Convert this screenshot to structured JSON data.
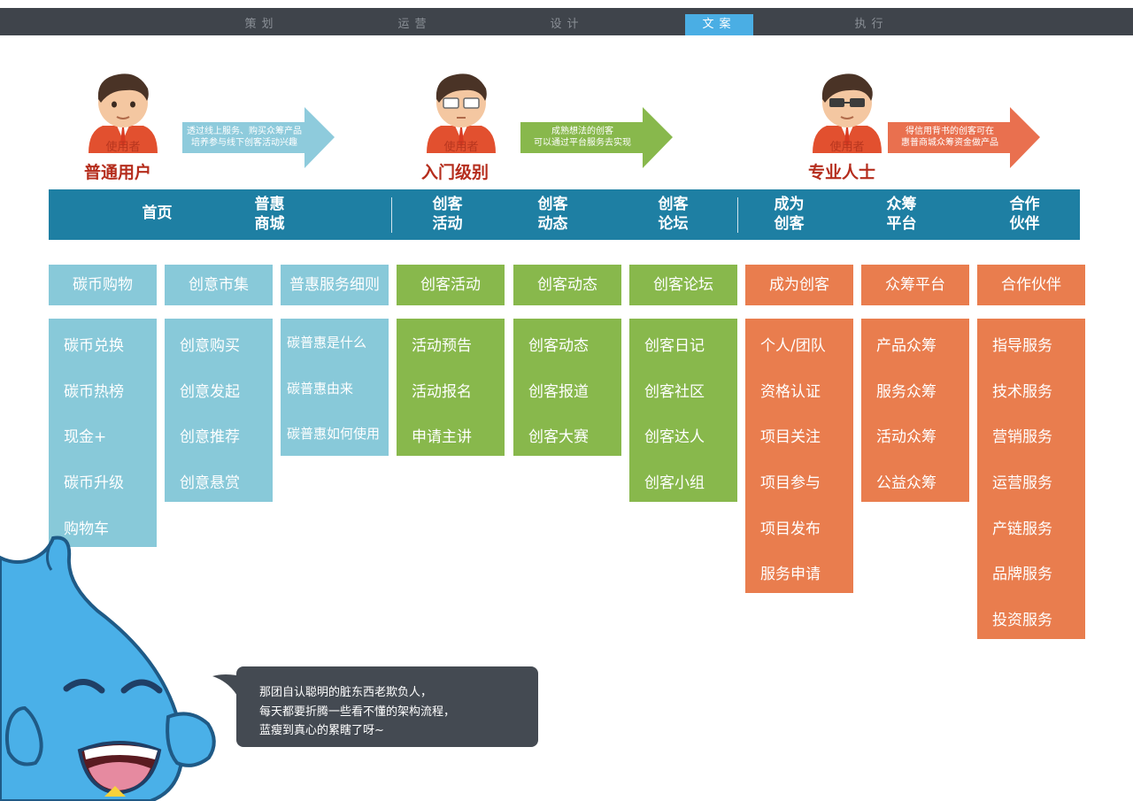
{
  "tabs": [
    {
      "label": "策划",
      "active": false
    },
    {
      "label": "运营",
      "active": false
    },
    {
      "label": "设计",
      "active": false
    },
    {
      "label": "文案",
      "active": true
    },
    {
      "label": "执行",
      "active": false
    }
  ],
  "personas": [
    {
      "badge": "使用者",
      "label": "普通用户",
      "arrow_lines": [
        "透过线上服务、购买众筹产品",
        "培养参与线下创客活动兴趣"
      ],
      "arrow_color": "#8ecbdc"
    },
    {
      "badge": "使用者",
      "label": "入门级别",
      "arrow_lines": [
        "成熟想法的创客",
        "可以通过平台服务去实现"
      ],
      "arrow_color": "#88b84c"
    },
    {
      "badge": "使用者",
      "label": "专业人士",
      "arrow_lines": [
        "得信用背书的创客可在",
        "惠普商城众筹资金做产品"
      ],
      "arrow_color": "#e9704f"
    }
  ],
  "nav": {
    "items": [
      "首页",
      "普惠\n商城",
      "创客\n活动",
      "创客\n动态",
      "创客\n论坛",
      "成为\n创客",
      "众筹\n平台",
      "合作\n伙伴"
    ]
  },
  "columns": [
    {
      "color": "blue",
      "title": "碳币购物",
      "items": [
        "碳币兑换",
        "碳币热榜",
        "现金+",
        "碳币升级",
        "购物车"
      ]
    },
    {
      "color": "blue",
      "title": "创意市集",
      "items": [
        "创意购买",
        "创意发起",
        "创意推荐",
        "创意悬赏"
      ]
    },
    {
      "color": "blue",
      "title": "普惠服务细则",
      "items": [
        "碳普惠是什么",
        "碳普惠由来",
        "碳普惠如何使用"
      ],
      "small": true
    },
    {
      "color": "green",
      "title": "创客活动",
      "items": [
        "活动预告",
        "活动报名",
        "申请主讲"
      ]
    },
    {
      "color": "green",
      "title": "创客动态",
      "items": [
        "创客动态",
        "创客报道",
        "创客大赛"
      ]
    },
    {
      "color": "green",
      "title": "创客论坛",
      "items": [
        "创客日记",
        "创客社区",
        "创客达人",
        "创客小组"
      ]
    },
    {
      "color": "orange",
      "title": "成为创客",
      "items": [
        "个人/团队",
        "资格认证",
        "项目关注",
        "项目参与",
        "项目发布",
        "服务申请"
      ]
    },
    {
      "color": "orange",
      "title": "众筹平台",
      "items": [
        "产品众筹",
        "服务众筹",
        "活动众筹",
        "公益众筹"
      ]
    },
    {
      "color": "orange",
      "title": "合作伙伴",
      "items": [
        "指导服务",
        "技术服务",
        "营销服务",
        "运营服务",
        "产链服务",
        "品牌服务",
        "投资服务"
      ]
    }
  ],
  "bubble": {
    "lines": [
      "那团自认聪明的脏东西老欺负人，",
      "每天都要折腾一些看不懂的架构流程，",
      "蓝瘦到真心的累瞎了呀~"
    ]
  },
  "colors": {
    "blue": "#88c9d9",
    "green": "#88b84c",
    "orange": "#e97d4e",
    "nav": "#1e7fa3",
    "topbar": "#3f444b",
    "tab_active": "#4aaee4",
    "mascot": "#4ab0e8"
  }
}
